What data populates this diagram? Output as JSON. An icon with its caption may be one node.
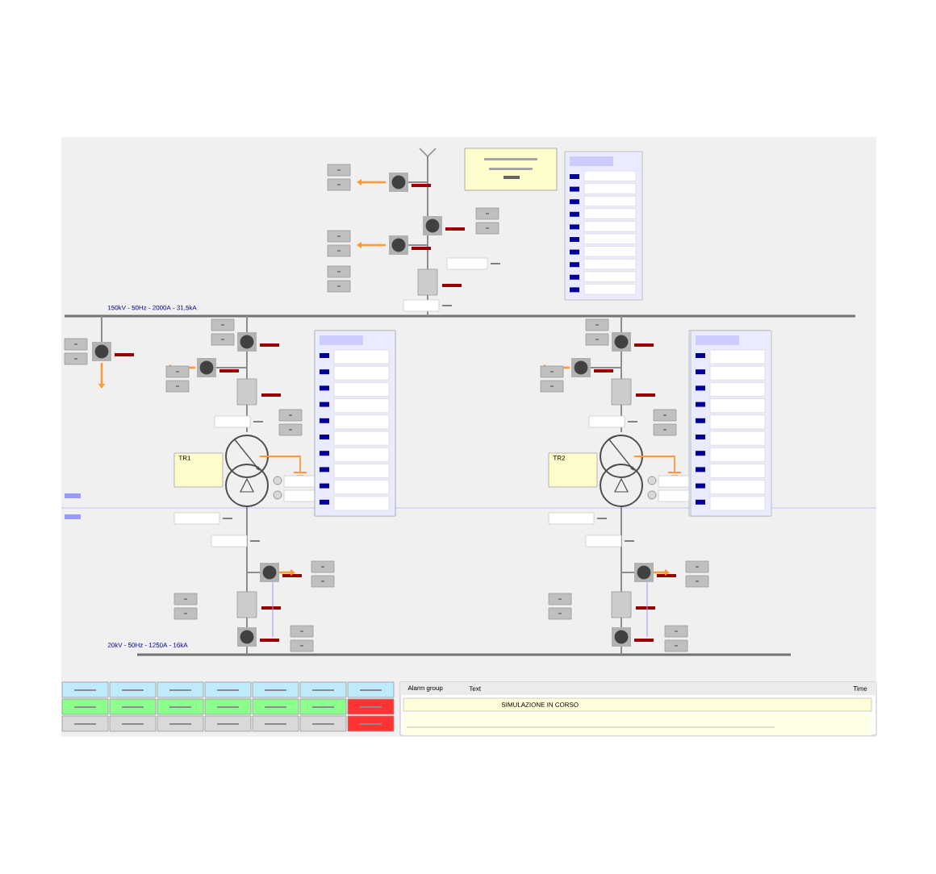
{
  "diagram": {
    "labels": [
      "150kV - 50Hz - 2000A - 31,5kA",
      "TR1",
      "TR2",
      "20kV - 50Hz - 1250A - 16kA",
      "Alarm group",
      "Text",
      "Time",
      "SIMULAZIONE IN CORSO"
    ]
  }
}
